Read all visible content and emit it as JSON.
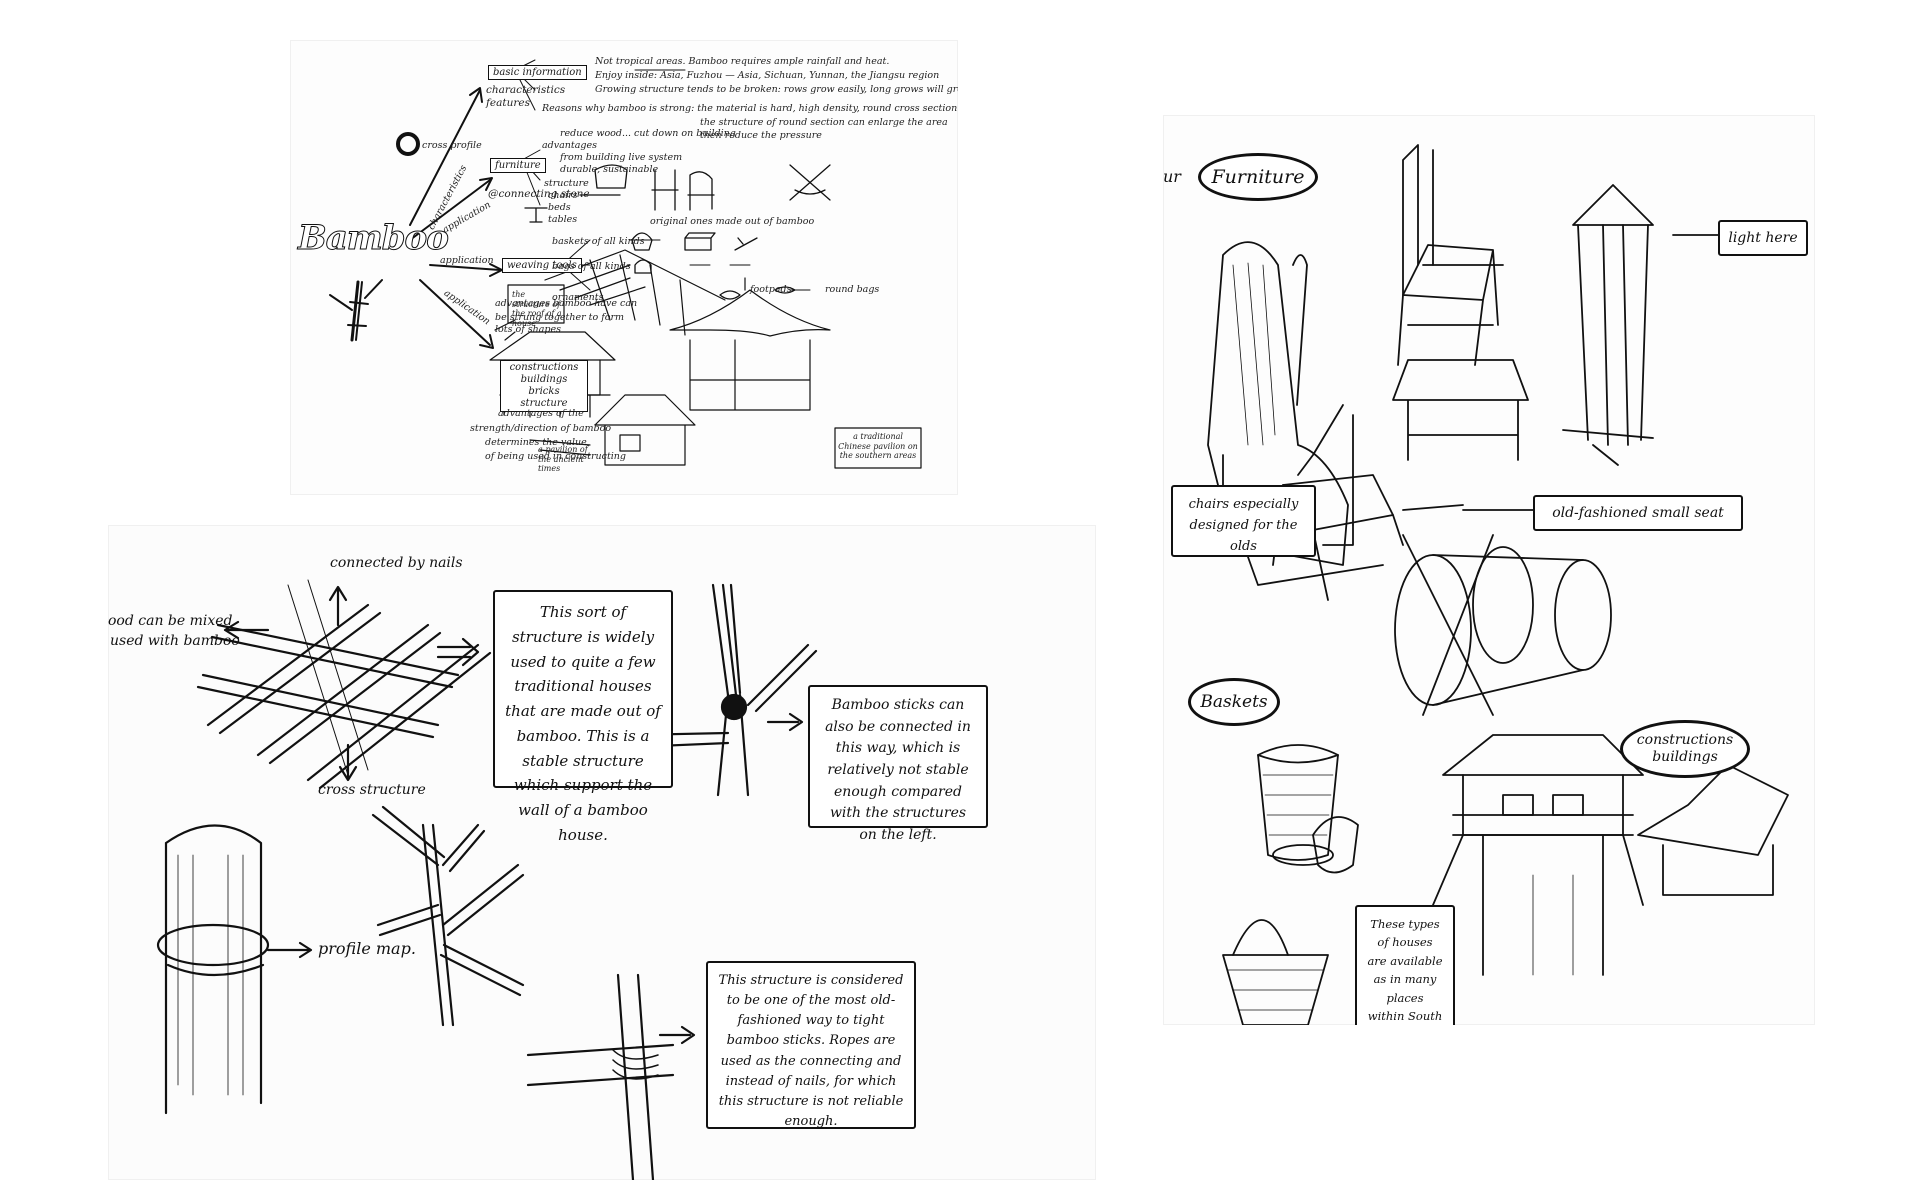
{
  "mindmap": {
    "title": "Bamboo",
    "branch_labels": [
      "characteristics",
      "application",
      "application",
      "application"
    ],
    "nodes": [
      "basic information",
      "characteristics features",
      "furniture",
      "@connecting stone",
      "weaving tools",
      "advantages bamboo have can",
      "be strung together to form",
      "lots of shapes",
      "constructions buildings bricks structure",
      "advantages of the",
      "strength/direction of bamboo",
      "determines the value",
      "of being used in constructing"
    ],
    "notes": [
      "Not tropical areas. Bamboo requires ample rainfall and heat.",
      "Enjoy inside: Asia, Fuzhou — Asia, Sichuan, Yunnan, the Jiangsu region",
      "Growing structure tends to be broken: rows grow easily, long grows will grow",
      "Reasons why bamboo is strong: the material is hard, high density, round cross section",
      "the structure of round section can enlarge the area",
      "cross profile",
      "advantages",
      "reduce wood... cut down on building",
      "then reduce the pressure",
      "from building live system",
      "durable, sustainable",
      "structure",
      "chairs",
      "beds",
      "tables",
      "original ones made out of bamboo",
      "baskets of all kinds",
      "bags of all kinds",
      "footpads",
      "round bags",
      "ornaments",
      "the structure of the roof of a house",
      "a pavilion of the ancient times",
      "a traditional Chinese pavilion on the southern areas"
    ]
  },
  "structures": {
    "cross": {
      "label_top": "connected by nails",
      "label_left_1": "wood can be mixed",
      "label_left_2": "used with bamboo",
      "label_bottom": "cross structure",
      "description": "This sort of structure is widely used to quite a few traditional houses that are made out of bamboo. This is a stable structure which support the wall of a bamboo house."
    },
    "joint": {
      "description": "Bamboo sticks can also be connected in this way, which is relatively not stable enough compared with the structures on the left."
    },
    "profile": {
      "label": "profile map."
    },
    "rope": {
      "description": "This structure is considered to be one of the most old-fashioned way to tight bamboo sticks. Ropes are used as the connecting and instead of nails, for which this structure is not reliable enough."
    }
  },
  "furniture_page": {
    "prefix": "ur",
    "furniture_title": "Furniture",
    "light_label": "light here",
    "chairs_label": "chairs especially designed for the olds",
    "stool_label": "old-fashioned small seat",
    "baskets_title": "Baskets",
    "constructions_title": "constructions buildings",
    "houses_label": "These types of houses are available as in many places within South East Asia."
  }
}
